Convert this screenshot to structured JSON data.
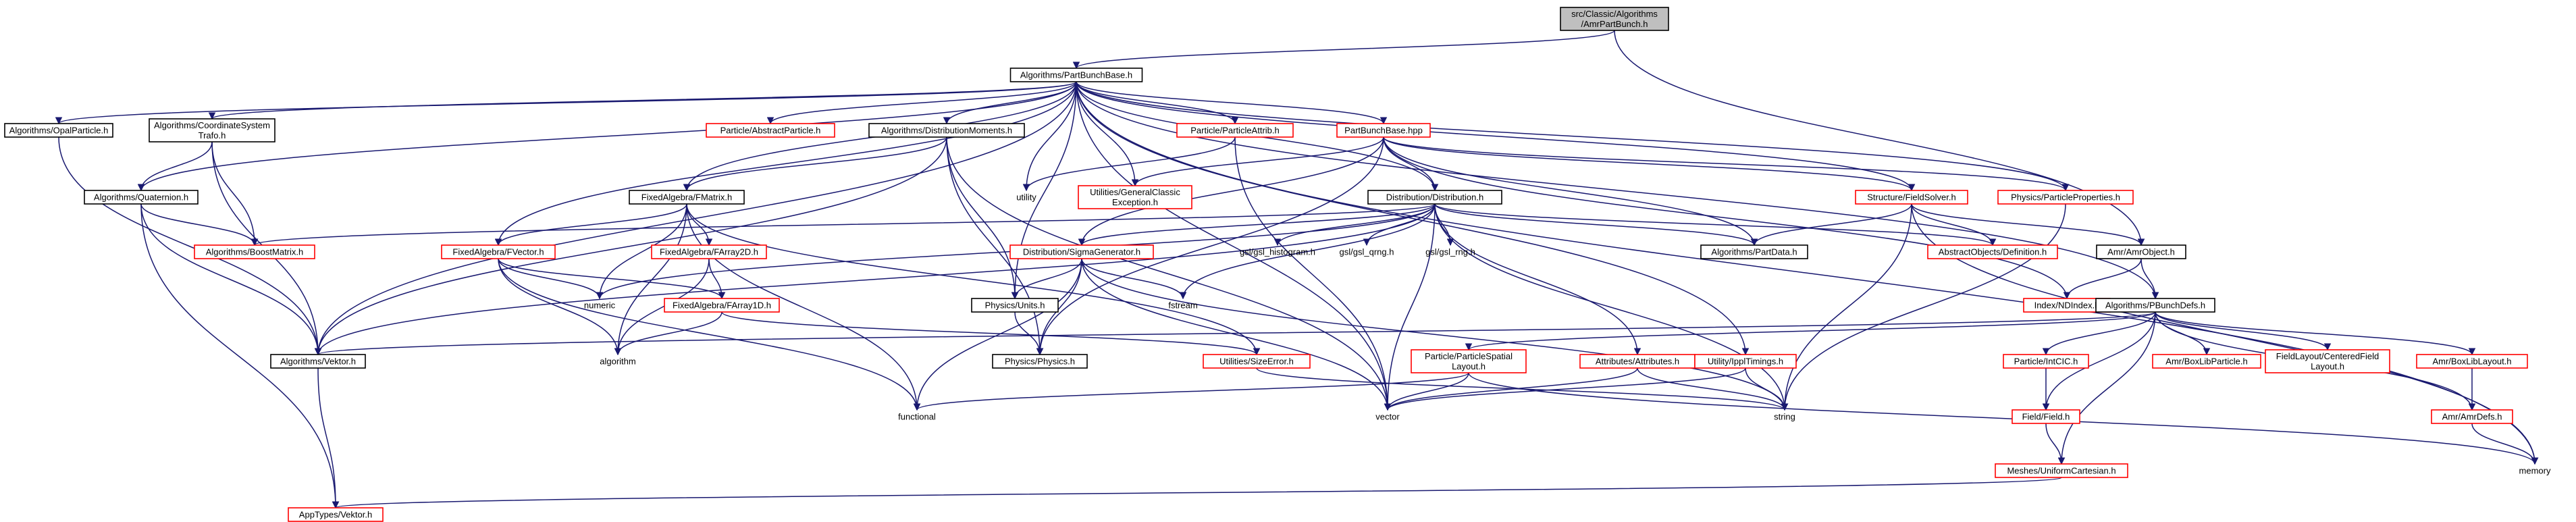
{
  "diagram": {
    "type": "include-dependency-graph",
    "colors": {
      "root_fill": "#bfbfbf",
      "node_stroke_black": "#000000",
      "node_stroke_red": "#ff0000",
      "edge": "#191970",
      "text": "#000000"
    },
    "nodes": [
      {
        "id": "root",
        "label": [
          "src/Classic/Algorithms",
          "/AmrPartBunch.h"
        ],
        "style": "root"
      },
      {
        "id": "pbb",
        "label": [
          "Algorithms/PartBunchBase.h"
        ],
        "style": "black"
      },
      {
        "id": "opal",
        "label": [
          "Algorithms/OpalParticle.h"
        ],
        "style": "black"
      },
      {
        "id": "coord",
        "label": [
          "Algorithms/CoordinateSystem",
          "Trafo.h"
        ],
        "style": "black"
      },
      {
        "id": "abspart",
        "label": [
          "Particle/AbstractParticle.h"
        ],
        "style": "red"
      },
      {
        "id": "distmom",
        "label": [
          "Algorithms/DistributionMoments.h"
        ],
        "style": "black"
      },
      {
        "id": "partattrib",
        "label": [
          "Particle/ParticleAttrib.h"
        ],
        "style": "red"
      },
      {
        "id": "pbbhpp",
        "label": [
          "PartBunchBase.hpp"
        ],
        "style": "red"
      },
      {
        "id": "utility",
        "label": [
          "utility"
        ],
        "style": "none"
      },
      {
        "id": "genexc",
        "label": [
          "Utilities/GeneralClassic",
          "Exception.h"
        ],
        "style": "red"
      },
      {
        "id": "quat",
        "label": [
          "Algorithms/Quaternion.h"
        ],
        "style": "black"
      },
      {
        "id": "fmatrix",
        "label": [
          "FixedAlgebra/FMatrix.h"
        ],
        "style": "black"
      },
      {
        "id": "dist",
        "label": [
          "Distribution/Distribution.h"
        ],
        "style": "black"
      },
      {
        "id": "fieldsolver",
        "label": [
          "Structure/FieldSolver.h"
        ],
        "style": "red"
      },
      {
        "id": "physprop",
        "label": [
          "Physics/ParticleProperties.h"
        ],
        "style": "red"
      },
      {
        "id": "boostmat",
        "label": [
          "Algorithms/BoostMatrix.h"
        ],
        "style": "red"
      },
      {
        "id": "fvector",
        "label": [
          "FixedAlgebra/FVector.h"
        ],
        "style": "red"
      },
      {
        "id": "farray2d",
        "label": [
          "FixedAlgebra/FArray2D.h"
        ],
        "style": "red"
      },
      {
        "id": "sigmagen",
        "label": [
          "Distribution/SigmaGenerator.h"
        ],
        "style": "red"
      },
      {
        "id": "gslhist",
        "label": [
          "gsl/gsl_histogram.h"
        ],
        "style": "none"
      },
      {
        "id": "gslqrng",
        "label": [
          "gsl/gsl_qrng.h"
        ],
        "style": "none"
      },
      {
        "id": "gslrng",
        "label": [
          "gsl/gsl_rng.h"
        ],
        "style": "none"
      },
      {
        "id": "partdata",
        "label": [
          "Algorithms/PartData.h"
        ],
        "style": "black"
      },
      {
        "id": "absobj",
        "label": [
          "AbstractObjects/Definition.h"
        ],
        "style": "red"
      },
      {
        "id": "amrobj",
        "label": [
          "Amr/AmrObject.h"
        ],
        "style": "black"
      },
      {
        "id": "numeric",
        "label": [
          "numeric"
        ],
        "style": "none"
      },
      {
        "id": "farray1d",
        "label": [
          "FixedAlgebra/FArray1D.h"
        ],
        "style": "red"
      },
      {
        "id": "physunits",
        "label": [
          "Physics/Units.h"
        ],
        "style": "black"
      },
      {
        "id": "fstream",
        "label": [
          "fstream"
        ],
        "style": "none"
      },
      {
        "id": "ndindex",
        "label": [
          "Index/NDIndex.h"
        ],
        "style": "red"
      },
      {
        "id": "pbunchdefs",
        "label": [
          "Algorithms/PBunchDefs.h"
        ],
        "style": "black"
      },
      {
        "id": "vektor",
        "label": [
          "Algorithms/Vektor.h"
        ],
        "style": "black"
      },
      {
        "id": "algorithm",
        "label": [
          "algorithm"
        ],
        "style": "none"
      },
      {
        "id": "physics",
        "label": [
          "Physics/Physics.h"
        ],
        "style": "black"
      },
      {
        "id": "sizeerr",
        "label": [
          "Utilities/SizeError.h"
        ],
        "style": "red"
      },
      {
        "id": "pspatial",
        "label": [
          "Particle/ParticleSpatial",
          "Layout.h"
        ],
        "style": "red"
      },
      {
        "id": "attrs",
        "label": [
          "Attributes/Attributes.h"
        ],
        "style": "red"
      },
      {
        "id": "ippl",
        "label": [
          "Utility/IpplTimings.h"
        ],
        "style": "red"
      },
      {
        "id": "intcic",
        "label": [
          "Particle/IntCIC.h"
        ],
        "style": "red"
      },
      {
        "id": "boxlibp",
        "label": [
          "Amr/BoxLibParticle.h"
        ],
        "style": "red"
      },
      {
        "id": "fieldlayout",
        "label": [
          "FieldLayout/CenteredField",
          "Layout.h"
        ],
        "style": "red"
      },
      {
        "id": "boxliblay",
        "label": [
          "Amr/BoxLibLayout.h"
        ],
        "style": "red"
      },
      {
        "id": "functional",
        "label": [
          "functional"
        ],
        "style": "none"
      },
      {
        "id": "vector",
        "label": [
          "vector"
        ],
        "style": "none"
      },
      {
        "id": "string",
        "label": [
          "string"
        ],
        "style": "none"
      },
      {
        "id": "field",
        "label": [
          "Field/Field.h"
        ],
        "style": "red"
      },
      {
        "id": "amrdefs",
        "label": [
          "Amr/AmrDefs.h"
        ],
        "style": "red"
      },
      {
        "id": "memory",
        "label": [
          "memory"
        ],
        "style": "none"
      },
      {
        "id": "uniform",
        "label": [
          "Meshes/UniformCartesian.h"
        ],
        "style": "red"
      },
      {
        "id": "appvektor",
        "label": [
          "AppTypes/Vektor.h"
        ],
        "style": "red"
      }
    ],
    "edges": [
      [
        "root",
        "pbb"
      ],
      [
        "root",
        "amrobj"
      ],
      [
        "pbb",
        "opal"
      ],
      [
        "pbb",
        "coord"
      ],
      [
        "pbb",
        "abspart"
      ],
      [
        "pbb",
        "distmom"
      ],
      [
        "pbb",
        "partattrib"
      ],
      [
        "pbb",
        "pbbhpp"
      ],
      [
        "pbb",
        "utility"
      ],
      [
        "pbb",
        "genexc"
      ],
      [
        "pbb",
        "quat"
      ],
      [
        "pbb",
        "fmatrix"
      ],
      [
        "pbb",
        "dist"
      ],
      [
        "pbb",
        "fieldsolver"
      ],
      [
        "pbb",
        "physprop"
      ],
      [
        "pbb",
        "fvector"
      ],
      [
        "pbb",
        "physunits"
      ],
      [
        "pbb",
        "pbunchdefs"
      ],
      [
        "pbb",
        "vektor"
      ],
      [
        "pbb",
        "vector"
      ],
      [
        "pbb",
        "ippl"
      ],
      [
        "pbb",
        "memory"
      ],
      [
        "opal",
        "vektor"
      ],
      [
        "coord",
        "quat"
      ],
      [
        "coord",
        "boostmat"
      ],
      [
        "coord",
        "vektor"
      ],
      [
        "distmom",
        "fmatrix"
      ],
      [
        "distmom",
        "vektor"
      ],
      [
        "distmom",
        "physunits"
      ],
      [
        "distmom",
        "physics"
      ],
      [
        "distmom",
        "vector"
      ],
      [
        "partattrib",
        "utility"
      ],
      [
        "partattrib",
        "vector"
      ],
      [
        "pbbhpp",
        "genexc"
      ],
      [
        "pbbhpp",
        "dist"
      ],
      [
        "pbbhpp",
        "fieldsolver"
      ],
      [
        "pbbhpp",
        "physprop"
      ],
      [
        "pbbhpp",
        "partdata"
      ],
      [
        "pbbhpp",
        "sigmagen"
      ],
      [
        "pbbhpp",
        "physics"
      ],
      [
        "pbbhpp",
        "ndindex"
      ],
      [
        "quat",
        "boostmat"
      ],
      [
        "quat",
        "vektor"
      ],
      [
        "quat",
        "appvektor"
      ],
      [
        "fmatrix",
        "fvector"
      ],
      [
        "fmatrix",
        "farray2d"
      ],
      [
        "fmatrix",
        "numeric"
      ],
      [
        "fmatrix",
        "algorithm"
      ],
      [
        "fmatrix",
        "sizeerr"
      ],
      [
        "fmatrix",
        "functional"
      ],
      [
        "dist",
        "boostmat"
      ],
      [
        "dist",
        "sigmagen"
      ],
      [
        "dist",
        "gslhist"
      ],
      [
        "dist",
        "gslqrng"
      ],
      [
        "dist",
        "gslrng"
      ],
      [
        "dist",
        "partdata"
      ],
      [
        "dist",
        "absobj"
      ],
      [
        "dist",
        "vektor"
      ],
      [
        "dist",
        "fstream"
      ],
      [
        "dist",
        "attrs"
      ],
      [
        "dist",
        "vector"
      ],
      [
        "dist",
        "string"
      ],
      [
        "dist",
        "numeric"
      ],
      [
        "fieldsolver",
        "absobj"
      ],
      [
        "fieldsolver",
        "partdata"
      ],
      [
        "fieldsolver",
        "amrobj"
      ],
      [
        "fieldsolver",
        "string"
      ],
      [
        "fieldsolver",
        "memory"
      ],
      [
        "physprop",
        "string"
      ],
      [
        "fvector",
        "farray1d"
      ],
      [
        "fvector",
        "numeric"
      ],
      [
        "fvector",
        "algorithm"
      ],
      [
        "fvector",
        "functional"
      ],
      [
        "farray2d",
        "farray1d"
      ],
      [
        "farray2d",
        "algorithm"
      ],
      [
        "farray1d",
        "algorithm"
      ],
      [
        "farray1d",
        "sizeerr"
      ],
      [
        "sigmagen",
        "physunits"
      ],
      [
        "sigmagen",
        "physics"
      ],
      [
        "sigmagen",
        "fstream"
      ],
      [
        "sigmagen",
        "functional"
      ],
      [
        "sigmagen",
        "vector"
      ],
      [
        "sigmagen",
        "string"
      ],
      [
        "physunits",
        "physics"
      ],
      [
        "amrobj",
        "ndindex"
      ],
      [
        "amrobj",
        "pbunchdefs"
      ],
      [
        "pbunchdefs",
        "vektor"
      ],
      [
        "pbunchdefs",
        "pspatial"
      ],
      [
        "pbunchdefs",
        "intcic"
      ],
      [
        "pbunchdefs",
        "boxlibp"
      ],
      [
        "pbunchdefs",
        "fieldlayout"
      ],
      [
        "pbunchdefs",
        "boxliblay"
      ],
      [
        "pbunchdefs",
        "field"
      ],
      [
        "pbunchdefs",
        "uniform"
      ],
      [
        "pbunchdefs",
        "amrdefs"
      ],
      [
        "vektor",
        "appvektor"
      ],
      [
        "sizeerr",
        "string"
      ],
      [
        "pspatial",
        "vector"
      ],
      [
        "pspatial",
        "functional"
      ],
      [
        "pspatial",
        "memory"
      ],
      [
        "attrs",
        "vector"
      ],
      [
        "attrs",
        "string"
      ],
      [
        "ippl",
        "vector"
      ],
      [
        "ippl",
        "string"
      ],
      [
        "intcic",
        "field"
      ],
      [
        "boxliblay",
        "amrdefs"
      ],
      [
        "field",
        "uniform"
      ],
      [
        "amrdefs",
        "memory"
      ],
      [
        "uniform",
        "appvektor"
      ]
    ]
  }
}
